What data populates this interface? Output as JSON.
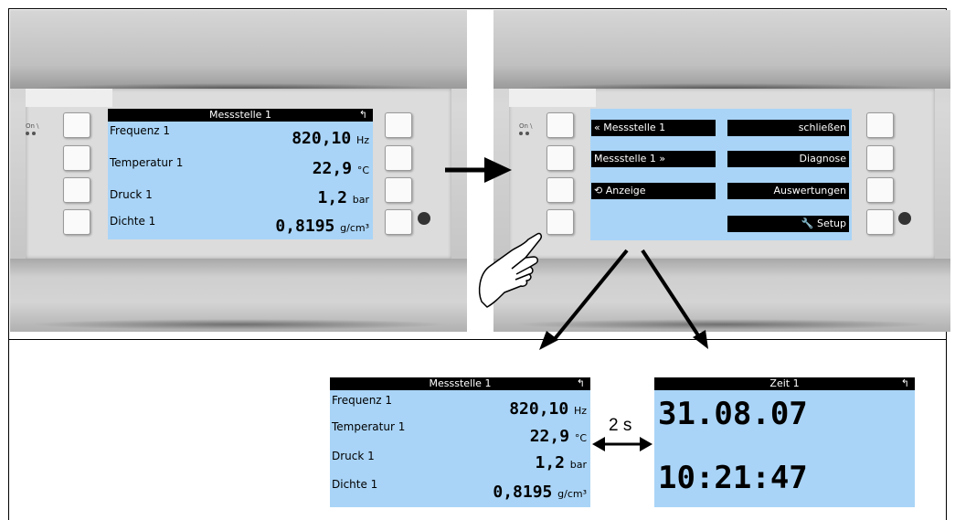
{
  "device": {
    "led_label": "On \\"
  },
  "screen_main": {
    "title": "Messstelle 1",
    "back_icon": "return-arrow-icon",
    "rows": [
      {
        "label": "Frequenz 1",
        "value": "820,10",
        "unit": "Hz"
      },
      {
        "label": "Temperatur 1",
        "value": "22,9",
        "unit": "°C"
      },
      {
        "label": "Druck 1",
        "value": "1,2",
        "unit": "bar"
      },
      {
        "label": "Dichte 1",
        "value": "0,8195",
        "unit": "g/cm³"
      }
    ]
  },
  "screen_menu": {
    "left_buttons": [
      "« Messstelle 1",
      "Messstelle 1 »",
      "⟲ Anzeige"
    ],
    "right_buttons": [
      "schließen",
      "Diagnose",
      "Auswertungen",
      "Setup"
    ],
    "setup_icon": "wrench-icon"
  },
  "screen_time": {
    "title": "Zeit 1",
    "date": "31.08.07",
    "time": "10:21:47"
  },
  "transition_label": "2 s"
}
